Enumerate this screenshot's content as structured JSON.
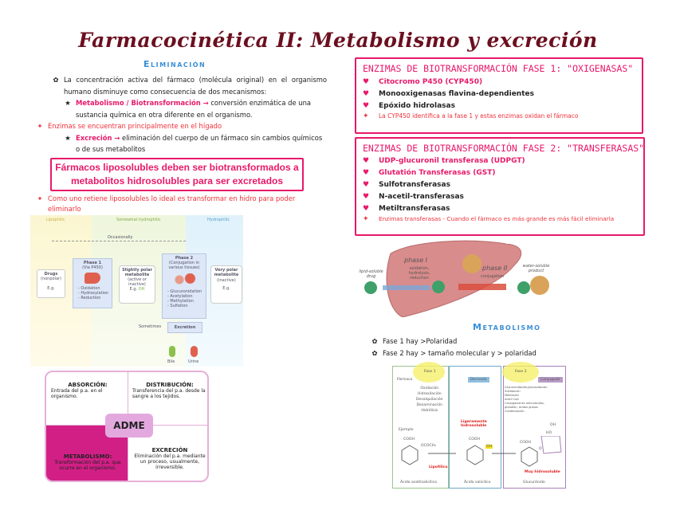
{
  "title": "Farmacocinética II: Metabolismo y excreción",
  "left": {
    "heading": "Eliminación",
    "intro": "La concentración activa del fármaco (molécula original) en el organismo humano disminuye como consecuencia de dos mecanismos:",
    "item1_term": "Metabolismo / Biotransformación →",
    "item1_text": " conversión enzimática de una sustancia química en otra diferente en el organismo.",
    "note1": "Enzimas se encuentran principalmente en el hígado",
    "item2_term": "Excreción →",
    "item2_text": " eliminación del cuerpo de un fármaco sin cambios químicos o de sus metabolitos",
    "highlight": "Fármacos liposolubles deben ser biotransformados a metabolitos hidrosolubles para ser excretados",
    "note2": "Como uno retiene liposolubles lo ideal es transformar en hidro para poder eliminarlo"
  },
  "diagram": {
    "zones": [
      "Lipophilic",
      "Somewhat hydrophilic",
      "Hydrophilic"
    ],
    "occasionally": "Occasionally",
    "drugs": {
      "title": "Drugs",
      "sub": "(nonpolar)",
      "eg": "E.g."
    },
    "phase1": {
      "title": "Phase 1",
      "sub": "(Via P450)",
      "items": [
        "- Oxidation",
        "- Hydroxylation",
        "- Reduction"
      ]
    },
    "slightly": {
      "title": "Slightly polar metabolite",
      "sub": "(active or inactive)",
      "eg": "E.g.",
      "group": "OH"
    },
    "phase2": {
      "title": "Phase 2",
      "sub": "(Conjugation in various tissues)",
      "items": [
        "- Glucuronidation",
        "- Acetylation",
        "- Methylation",
        "- Sulfation"
      ]
    },
    "very": {
      "title": "Very polar metabolite",
      "sub": "(inactive)",
      "eg": "E.g."
    },
    "sometimes": "Sometimes",
    "excretion": "Excretion",
    "bile": "Bile",
    "urine": "Urine"
  },
  "adme": {
    "center": "ADME",
    "a_title": "ABSORCIÓN:",
    "a_text": "Entrada del p.a. en el organismo.",
    "d_title": "DISTRIBUCIÓN:",
    "d_text": "Transferencia del p.a. desde la sangre a los tejidos.",
    "m_title": "METABOLISMO:",
    "m_text": "Transformación del p.a. que ocurre en el organismo.",
    "e_title": "EXCRECIÓN",
    "e_text": "Eliminación del p.a. mediante un proceso, usualmente, irreversible."
  },
  "phase1_box": {
    "heading": "ENZIMAS DE BIOTRANSFORMACIÓN FASE 1: \"OXIGENASAS\"",
    "items": [
      "Citocromo P450 (CYP450)",
      "Monooxigenasas flavina-dependientes",
      "Epóxido hidrolasas"
    ],
    "note": "La CYP450 identifica a la fase 1 y estas enzimas oxidan el fármaco"
  },
  "phase2_box": {
    "heading": "ENZIMAS DE BIOTRANSFORMACIÓN FASE 2: \"TRANSFERASAS\"",
    "items": [
      "UDP-glucuronil transferasa (UDPGT)",
      "Glutatión Transferasas (GST)",
      "Sulfotransferasas",
      "N-acetil-transferasas",
      "Metiltransferasas"
    ],
    "note": "Enzimas transferasas - Cuando el fármaco es más grande es más fácil eliminarla"
  },
  "liver": {
    "drug": "lipid-soluble drug",
    "phase1": "phase I",
    "phase1_sub": "oxidation, hydrolysis, reduction",
    "phase2": "phase II",
    "phase2_sub": "conjugation",
    "product": "water-soluble product"
  },
  "metabolismo": {
    "heading": "Metabolismo",
    "items": [
      "Fase 1 hay >Polaridad",
      "Fase 2 hay > tamaño molecular y > polaridad"
    ]
  },
  "chem": {
    "fase1": "Fase 1",
    "fase2": "Fase 2",
    "farmaco": "Fármaco",
    "derivado": "Derivado",
    "conjugado": "Conjugado",
    "p1": [
      "Oxidación",
      "Hidroxilación",
      "Desalquilación",
      "Desaminación",
      "Hidrólisis"
    ],
    "p2": [
      "Glucuronidación/glucosidación",
      "Sulfatación",
      "Metilación",
      "Acetil CoA",
      "Conjugaciones aminoácidos,",
      "glutatión, ácidos grasos",
      "Condensación"
    ],
    "ejemplo": "Ejemplo",
    "lig": "Ligeramente hidrosoluble",
    "lipo": "Lipofílico",
    "muy": "Muy hidrosoluble",
    "cooh": "COOH",
    "ococh3": "OCOCH₃",
    "oh": "OH",
    "ho": "HO",
    "o": "O",
    "n1": "Ácido acetilsalicílico",
    "n2": "Ácido salicílico",
    "n3": "Glucurónido"
  },
  "colors": {
    "accent": "#e8196a",
    "title": "#6b0f1f",
    "heading_blue": "#3a8fd6",
    "note_red": "#f0313a"
  }
}
